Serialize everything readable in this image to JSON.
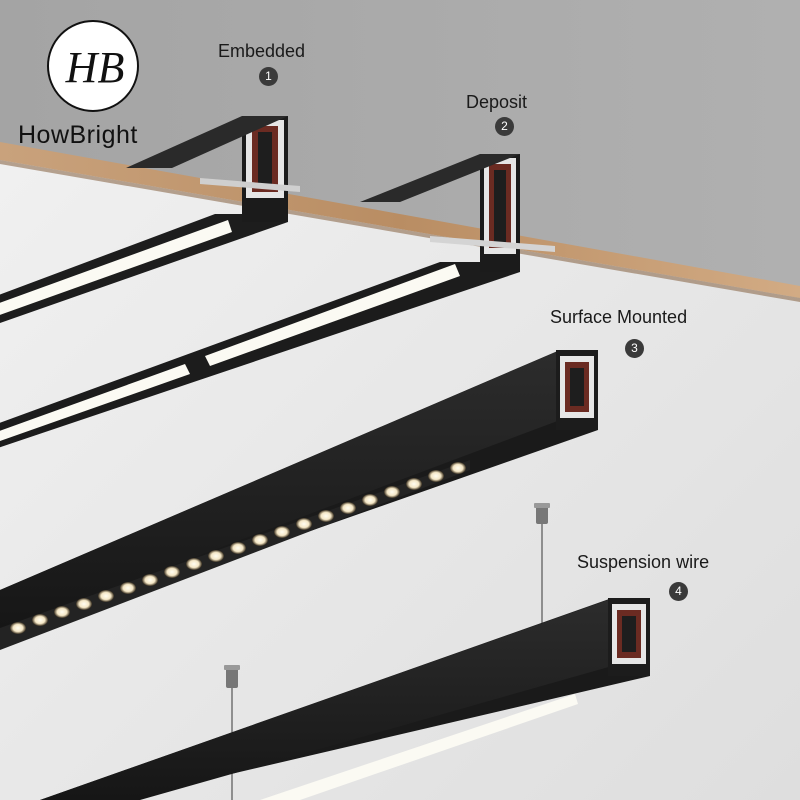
{
  "brand": {
    "name": "HowBright",
    "monogram": "HB"
  },
  "mounting_options": [
    {
      "number": "1",
      "label": "Embedded"
    },
    {
      "number": "2",
      "label": "Deposit"
    },
    {
      "number": "3",
      "label": "Surface Mounted"
    },
    {
      "number": "4",
      "label": "Suspension wire"
    }
  ],
  "colors": {
    "ceiling": "#a9a9a9",
    "wall": "#e9e9e9",
    "wood": "#c79b73",
    "profile": "#1b1b1b",
    "light": "#fbfaf3"
  }
}
